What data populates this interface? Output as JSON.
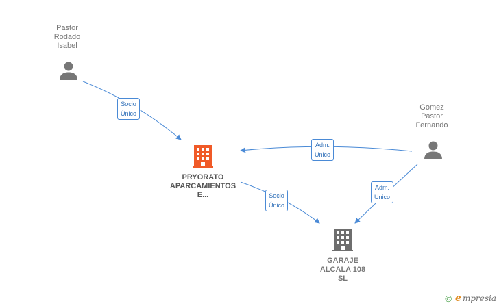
{
  "nodes": {
    "pastor_rodado": {
      "lines": [
        "Pastor",
        "Rodado",
        "Isabel"
      ]
    },
    "gomez_pastor": {
      "lines": [
        "Gomez",
        "Pastor",
        "Fernando"
      ]
    },
    "pryorato": {
      "lines": [
        "PRYORATO",
        "APARCAMIENTOS",
        "E..."
      ],
      "color": "#f05a28"
    },
    "garaje": {
      "lines": [
        "GARAJE",
        "ALCALA 108",
        "SL"
      ],
      "color": "#6e6e6e"
    }
  },
  "edges": {
    "e1": {
      "lines": [
        "Socio",
        "Único"
      ]
    },
    "e2": {
      "lines": [
        "Adm.",
        "Unico"
      ]
    },
    "e3": {
      "lines": [
        "Socio",
        "Único"
      ]
    },
    "e4": {
      "lines": [
        "Adm.",
        "Unico"
      ]
    }
  },
  "colors": {
    "edge": "#4a8ad6",
    "person": "#777777"
  },
  "brand": {
    "copyright": "©",
    "e": "e",
    "name": "mpresia"
  }
}
